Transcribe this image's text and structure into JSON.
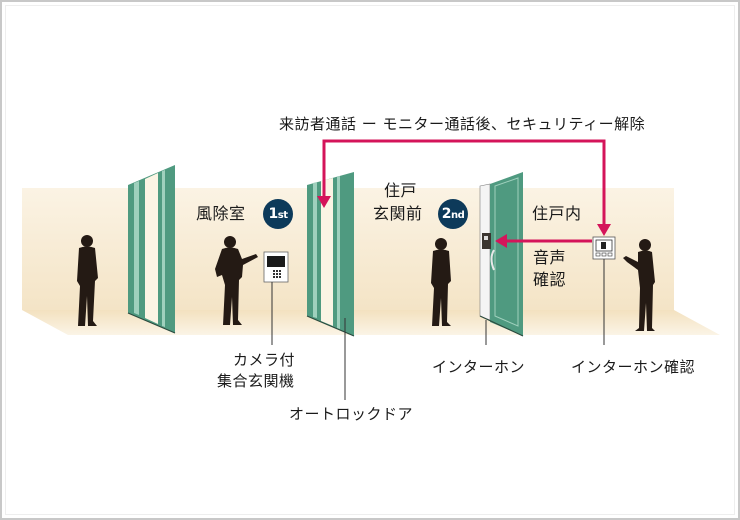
{
  "flow_label": "来訪者通話 ー モニター通話後、セキュリティー解除",
  "zones": {
    "windbreak": {
      "label": "風除室",
      "step": {
        "num": "1",
        "suffix": "st"
      }
    },
    "entrance": {
      "label_line1": "住戸",
      "label_line2": "玄関前",
      "step": {
        "num": "2",
        "suffix": "nd"
      }
    },
    "inside": {
      "label": "住戸内"
    }
  },
  "voice_check": {
    "line1": "音声",
    "line2": "確認"
  },
  "callouts": {
    "camera_panel": {
      "line1": "カメラ付",
      "line2": "集合玄関機"
    },
    "autolock_door": "オートロックドア",
    "intercom": "インターホン",
    "intercom_check": "インターホン確認"
  },
  "colors": {
    "arrow": "#d4145a",
    "door_green": "#4f9a80",
    "floor": "#f6ead2",
    "badge": "#0d3a5a",
    "silhouette": "#241a14"
  }
}
